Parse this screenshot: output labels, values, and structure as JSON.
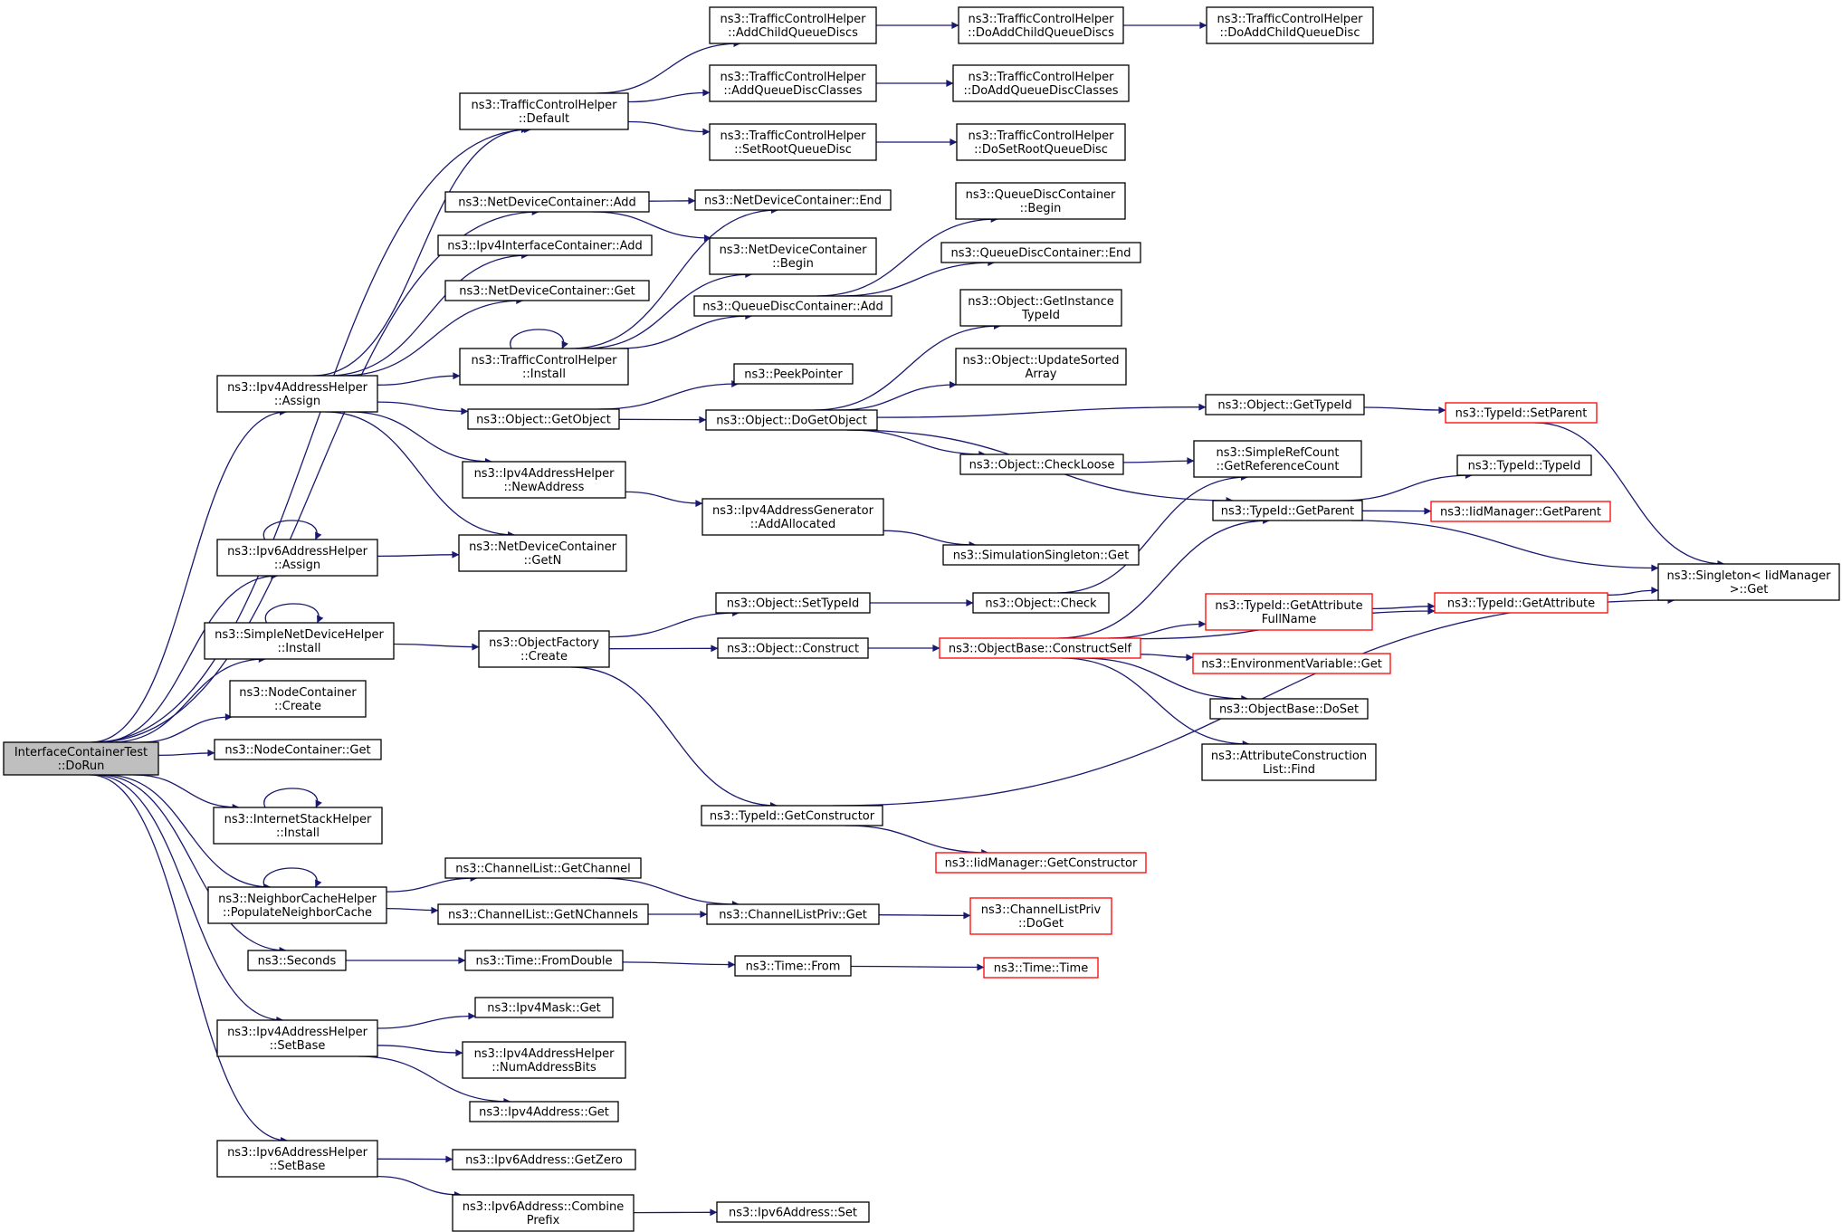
{
  "graph": {
    "colors": {
      "edge": "#191970",
      "node_border": "#000000",
      "external_border": "#ff0000",
      "root_fill": "#bfbfbf"
    },
    "nodes": [
      {
        "id": "root",
        "lines": [
          "InterfaceContainerTest",
          "::DoRun"
        ],
        "root": true
      },
      {
        "id": "tchDefault",
        "lines": [
          "ns3::TrafficControlHelper",
          "::Default"
        ]
      },
      {
        "id": "ndcAdd",
        "lines": [
          "ns3::NetDeviceContainer::Add"
        ]
      },
      {
        "id": "ipv4icAdd",
        "lines": [
          "ns3::Ipv4InterfaceContainer::Add"
        ]
      },
      {
        "id": "ndcGet",
        "lines": [
          "ns3::NetDeviceContainer::Get"
        ]
      },
      {
        "id": "tchInstall",
        "lines": [
          "ns3::TrafficControlHelper",
          "::Install"
        ]
      },
      {
        "id": "ipv4ahAssign",
        "lines": [
          "ns3::Ipv4AddressHelper",
          "::Assign"
        ]
      },
      {
        "id": "objGetObject",
        "lines": [
          "ns3::Object::GetObject"
        ]
      },
      {
        "id": "ipv4ahNewAddr",
        "lines": [
          "ns3::Ipv4AddressHelper",
          "::NewAddress"
        ]
      },
      {
        "id": "ipv6ahAssign",
        "lines": [
          "ns3::Ipv6AddressHelper",
          "::Assign"
        ]
      },
      {
        "id": "ndcGetN",
        "lines": [
          "ns3::NetDeviceContainer",
          "::GetN"
        ]
      },
      {
        "id": "sndhInstall",
        "lines": [
          "ns3::SimpleNetDeviceHelper",
          "::Install"
        ]
      },
      {
        "id": "ofCreate",
        "lines": [
          "ns3::ObjectFactory",
          "::Create"
        ]
      },
      {
        "id": "ncCreate",
        "lines": [
          "ns3::NodeContainer",
          "::Create"
        ]
      },
      {
        "id": "ncGet",
        "lines": [
          "ns3::NodeContainer::Get"
        ]
      },
      {
        "id": "ishInstall",
        "lines": [
          "ns3::InternetStackHelper",
          "::Install"
        ]
      },
      {
        "id": "nchPopulate",
        "lines": [
          "ns3::NeighborCacheHelper",
          "::PopulateNeighborCache"
        ]
      },
      {
        "id": "clGetChannel",
        "lines": [
          "ns3::ChannelList::GetChannel"
        ]
      },
      {
        "id": "clGetN",
        "lines": [
          "ns3::ChannelList::GetNChannels"
        ]
      },
      {
        "id": "seconds",
        "lines": [
          "ns3::Seconds"
        ]
      },
      {
        "id": "timeFromDouble",
        "lines": [
          "ns3::Time::FromDouble"
        ]
      },
      {
        "id": "ipv4ahSetBase",
        "lines": [
          "ns3::Ipv4AddressHelper",
          "::SetBase"
        ]
      },
      {
        "id": "maskGet",
        "lines": [
          "ns3::Ipv4Mask::Get"
        ]
      },
      {
        "id": "numAddrBits",
        "lines": [
          "ns3::Ipv4AddressHelper",
          "::NumAddressBits"
        ]
      },
      {
        "id": "ipv4AddrGet",
        "lines": [
          "ns3::Ipv4Address::Get"
        ]
      },
      {
        "id": "ipv6ahSetBase",
        "lines": [
          "ns3::Ipv6AddressHelper",
          "::SetBase"
        ]
      },
      {
        "id": "ipv6GetZero",
        "lines": [
          "ns3::Ipv6Address::GetZero"
        ]
      },
      {
        "id": "ipv6Combine",
        "lines": [
          "ns3::Ipv6Address::Combine",
          "Prefix"
        ]
      },
      {
        "id": "tchAddChild",
        "lines": [
          "ns3::TrafficControlHelper",
          "::AddChildQueueDiscs"
        ]
      },
      {
        "id": "tchAddClasses",
        "lines": [
          "ns3::TrafficControlHelper",
          "::AddQueueDiscClasses"
        ]
      },
      {
        "id": "tchSetRoot",
        "lines": [
          "ns3::TrafficControlHelper",
          "::SetRootQueueDisc"
        ]
      },
      {
        "id": "ndcEnd",
        "lines": [
          "ns3::NetDeviceContainer::End"
        ]
      },
      {
        "id": "ndcBegin",
        "lines": [
          "ns3::NetDeviceContainer",
          "::Begin"
        ]
      },
      {
        "id": "qdcAdd",
        "lines": [
          "ns3::QueueDiscContainer::Add"
        ]
      },
      {
        "id": "peekPointer",
        "lines": [
          "ns3::PeekPointer"
        ]
      },
      {
        "id": "objDoGetObject",
        "lines": [
          "ns3::Object::DoGetObject"
        ]
      },
      {
        "id": "ipv4agAddAlloc",
        "lines": [
          "ns3::Ipv4AddressGenerator",
          "::AddAllocated"
        ]
      },
      {
        "id": "objSetTypeId",
        "lines": [
          "ns3::Object::SetTypeId"
        ]
      },
      {
        "id": "objConstruct",
        "lines": [
          "ns3::Object::Construct"
        ]
      },
      {
        "id": "tidGetConstructor",
        "lines": [
          "ns3::TypeId::GetConstructor"
        ]
      },
      {
        "id": "clpGet",
        "lines": [
          "ns3::ChannelListPriv::Get"
        ]
      },
      {
        "id": "timeFrom",
        "lines": [
          "ns3::Time::From"
        ]
      },
      {
        "id": "ipv6Set",
        "lines": [
          "ns3::Ipv6Address::Set"
        ]
      },
      {
        "id": "tchDoAddChildren",
        "lines": [
          "ns3::TrafficControlHelper",
          "::DoAddChildQueueDiscs"
        ]
      },
      {
        "id": "tchDoAddClasses",
        "lines": [
          "ns3::TrafficControlHelper",
          "::DoAddQueueDiscClasses"
        ]
      },
      {
        "id": "tchDoSetRoot",
        "lines": [
          "ns3::TrafficControlHelper",
          "::DoSetRootQueueDisc"
        ]
      },
      {
        "id": "qdcBegin",
        "lines": [
          "ns3::QueueDiscContainer",
          "::Begin"
        ]
      },
      {
        "id": "qdcEnd",
        "lines": [
          "ns3::QueueDiscContainer::End"
        ]
      },
      {
        "id": "objGetInstTid",
        "lines": [
          "ns3::Object::GetInstance",
          "TypeId"
        ]
      },
      {
        "id": "objUpdSorted",
        "lines": [
          "ns3::Object::UpdateSorted",
          "Array"
        ]
      },
      {
        "id": "objCheckLoose",
        "lines": [
          "ns3::Object::CheckLoose"
        ]
      },
      {
        "id": "simSingletonGet",
        "lines": [
          "ns3::SimulationSingleton::Get"
        ]
      },
      {
        "id": "objCheck",
        "lines": [
          "ns3::Object::Check"
        ]
      },
      {
        "id": "obConstructSelf",
        "lines": [
          "ns3::ObjectBase::ConstructSelf"
        ],
        "external": true
      },
      {
        "id": "iidGetConstructor",
        "lines": [
          "ns3::IidManager::GetConstructor"
        ],
        "external": true
      },
      {
        "id": "clpDoGet",
        "lines": [
          "ns3::ChannelListPriv",
          "::DoGet"
        ],
        "external": true
      },
      {
        "id": "timeTime",
        "lines": [
          "ns3::Time::Time"
        ],
        "external": true
      },
      {
        "id": "tchDoAddChild",
        "lines": [
          "ns3::TrafficControlHelper",
          "::DoAddChildQueueDisc"
        ]
      },
      {
        "id": "objGetTypeId",
        "lines": [
          "ns3::Object::GetTypeId"
        ]
      },
      {
        "id": "srcGetRefCount",
        "lines": [
          "ns3::SimpleRefCount",
          "::GetReferenceCount"
        ]
      },
      {
        "id": "tidGetParent",
        "lines": [
          "ns3::TypeId::GetParent"
        ]
      },
      {
        "id": "tidGetAttrFull",
        "lines": [
          "ns3::TypeId::GetAttribute",
          "FullName"
        ],
        "external": true
      },
      {
        "id": "envVarGet",
        "lines": [
          "ns3::EnvironmentVariable::Get"
        ],
        "external": true
      },
      {
        "id": "obDoSet",
        "lines": [
          "ns3::ObjectBase::DoSet"
        ]
      },
      {
        "id": "acListFind",
        "lines": [
          "ns3::AttributeConstruction",
          "List::Find"
        ]
      },
      {
        "id": "tidSetParent",
        "lines": [
          "ns3::TypeId::SetParent"
        ],
        "external": true
      },
      {
        "id": "tidTypeId",
        "lines": [
          "ns3::TypeId::TypeId"
        ]
      },
      {
        "id": "iidGetParent",
        "lines": [
          "ns3::IidManager::GetParent"
        ],
        "external": true
      },
      {
        "id": "tidGetAttr",
        "lines": [
          "ns3::TypeId::GetAttribute"
        ],
        "external": true
      },
      {
        "id": "singletonGet",
        "lines": [
          "ns3::Singleton< IidManager",
          ">::Get"
        ]
      }
    ]
  }
}
